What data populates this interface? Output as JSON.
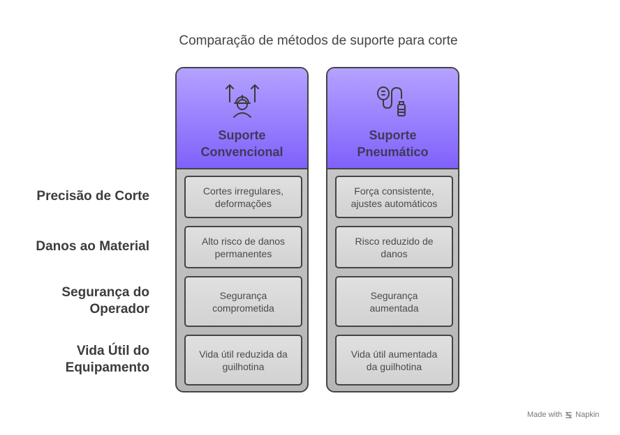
{
  "title": "Comparação de métodos de suporte para corte",
  "rows": [
    {
      "label": "Precisão de Corte"
    },
    {
      "label": "Danos ao Material"
    },
    {
      "label": "Segurança do\nOperador"
    },
    {
      "label": "Vida Útil do\nEquipamento"
    }
  ],
  "columns": [
    {
      "title": "Suporte\nConvencional",
      "icon": "worker-with-up-arrows-icon",
      "cells": [
        "Cortes irregulares,\ndeformações",
        "Alto risco de danos\npermanentes",
        "Segurança\ncomprometida",
        "Vida útil reduzida da\nguilhotina"
      ]
    },
    {
      "title": "Suporte\nPneumático",
      "icon": "pneumatic-pump-icon",
      "cells": [
        "Força consistente,\najustes automáticos",
        "Risco reduzido de\ndanos",
        "Segurança\naumentada",
        "Vida útil aumentada\nda guilhotina"
      ]
    }
  ],
  "footer": {
    "made_with": "Made with",
    "brand": "Napkin"
  },
  "colors": {
    "header_top": "#b4a2ff",
    "header_bottom": "#8061fb",
    "border": "#444444"
  }
}
